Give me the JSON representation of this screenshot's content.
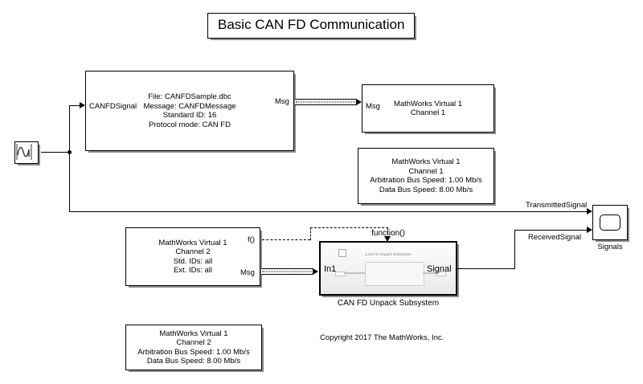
{
  "model": {
    "title": "Basic CAN FD Communication",
    "copyright": "Copyright 2017 The MathWorks, Inc."
  },
  "blocks": {
    "source": {
      "name": "signal-generator",
      "icon": "waveform-icon"
    },
    "pack": {
      "input_port_label": "CANFDSignal",
      "output_port_label": "Msg",
      "text": "File: CANFDSample.dbc\nMessage: CANFDMessage\nStandard ID: 16\nProtocol mode: CAN FD"
    },
    "transmit": {
      "input_port_label": "Msg",
      "text": "MathWorks Virtual 1\nChannel 1"
    },
    "config_tx": {
      "text": "MathWorks Virtual 1\nChannel 1\nArbitration Bus Speed: 1.00 Mb/s\nData Bus Speed: 8.00 Mb/s"
    },
    "receive": {
      "text": "MathWorks Virtual 1\nChannel 2\nStd. IDs: all\nExt. IDs: all",
      "function_port_label": "f()",
      "msg_port_label": "Msg"
    },
    "config_rx": {
      "text": "MathWorks Virtual 1\nChannel 2\nArbitration Bus Speed: 1.00 Mb/s\nData Bus Speed: 8.00 Mb/s"
    },
    "subsystem": {
      "function_label": "function()",
      "input_port_label": "In1",
      "output_port_label": "Signal",
      "inner_title": "CAN FD Unpack Subsystem",
      "caption": "CAN FD Unpack Subsystem"
    },
    "scope": {
      "label": "Signals",
      "icon": "scope-icon"
    }
  },
  "signals": {
    "transmitted": "TransmittedSignal",
    "received": "ReceivedSignal"
  },
  "colors": {
    "background": "#ffffff",
    "line": "#000000",
    "block_fill": "#ffffff",
    "subsystem_fill": "#f2f2f2",
    "muted_text": "#7a7a7a"
  }
}
